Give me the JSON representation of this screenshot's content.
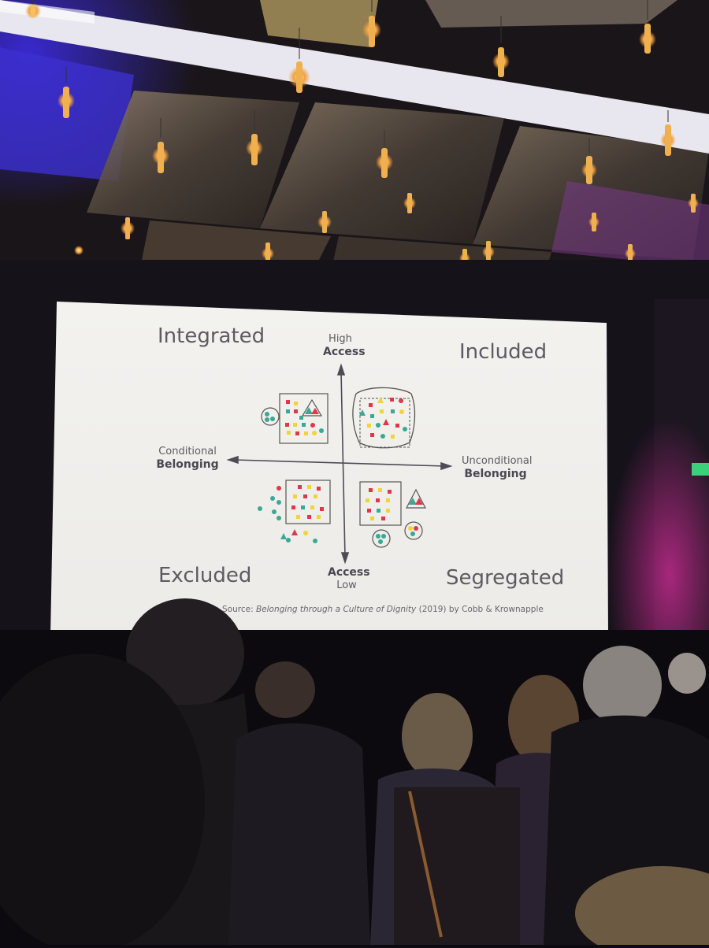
{
  "slide": {
    "quadrants": {
      "top_left": "Integrated",
      "top_right": "Included",
      "bottom_left": "Excluded",
      "bottom_right": "Segregated"
    },
    "axes": {
      "top_small": "High",
      "top_bold": "Access",
      "bottom_bold": "Access",
      "bottom_small": "Low",
      "left_small": "Conditional",
      "left_bold": "Belonging",
      "right_small": "Unconditional",
      "right_bold": "Belonging"
    },
    "source": {
      "prefix": "Source: ",
      "title": "Belonging through a Culture of Dignity",
      "suffix": " (2019) by Cobb & Krownapple"
    }
  },
  "colors": {
    "teal": "#3aa894",
    "red": "#e0374a",
    "yellow": "#efd53a",
    "slide_bg": "#f2f1ee",
    "stage_magenta": "#c02a8c",
    "stage_blue": "#3a2ad8"
  }
}
